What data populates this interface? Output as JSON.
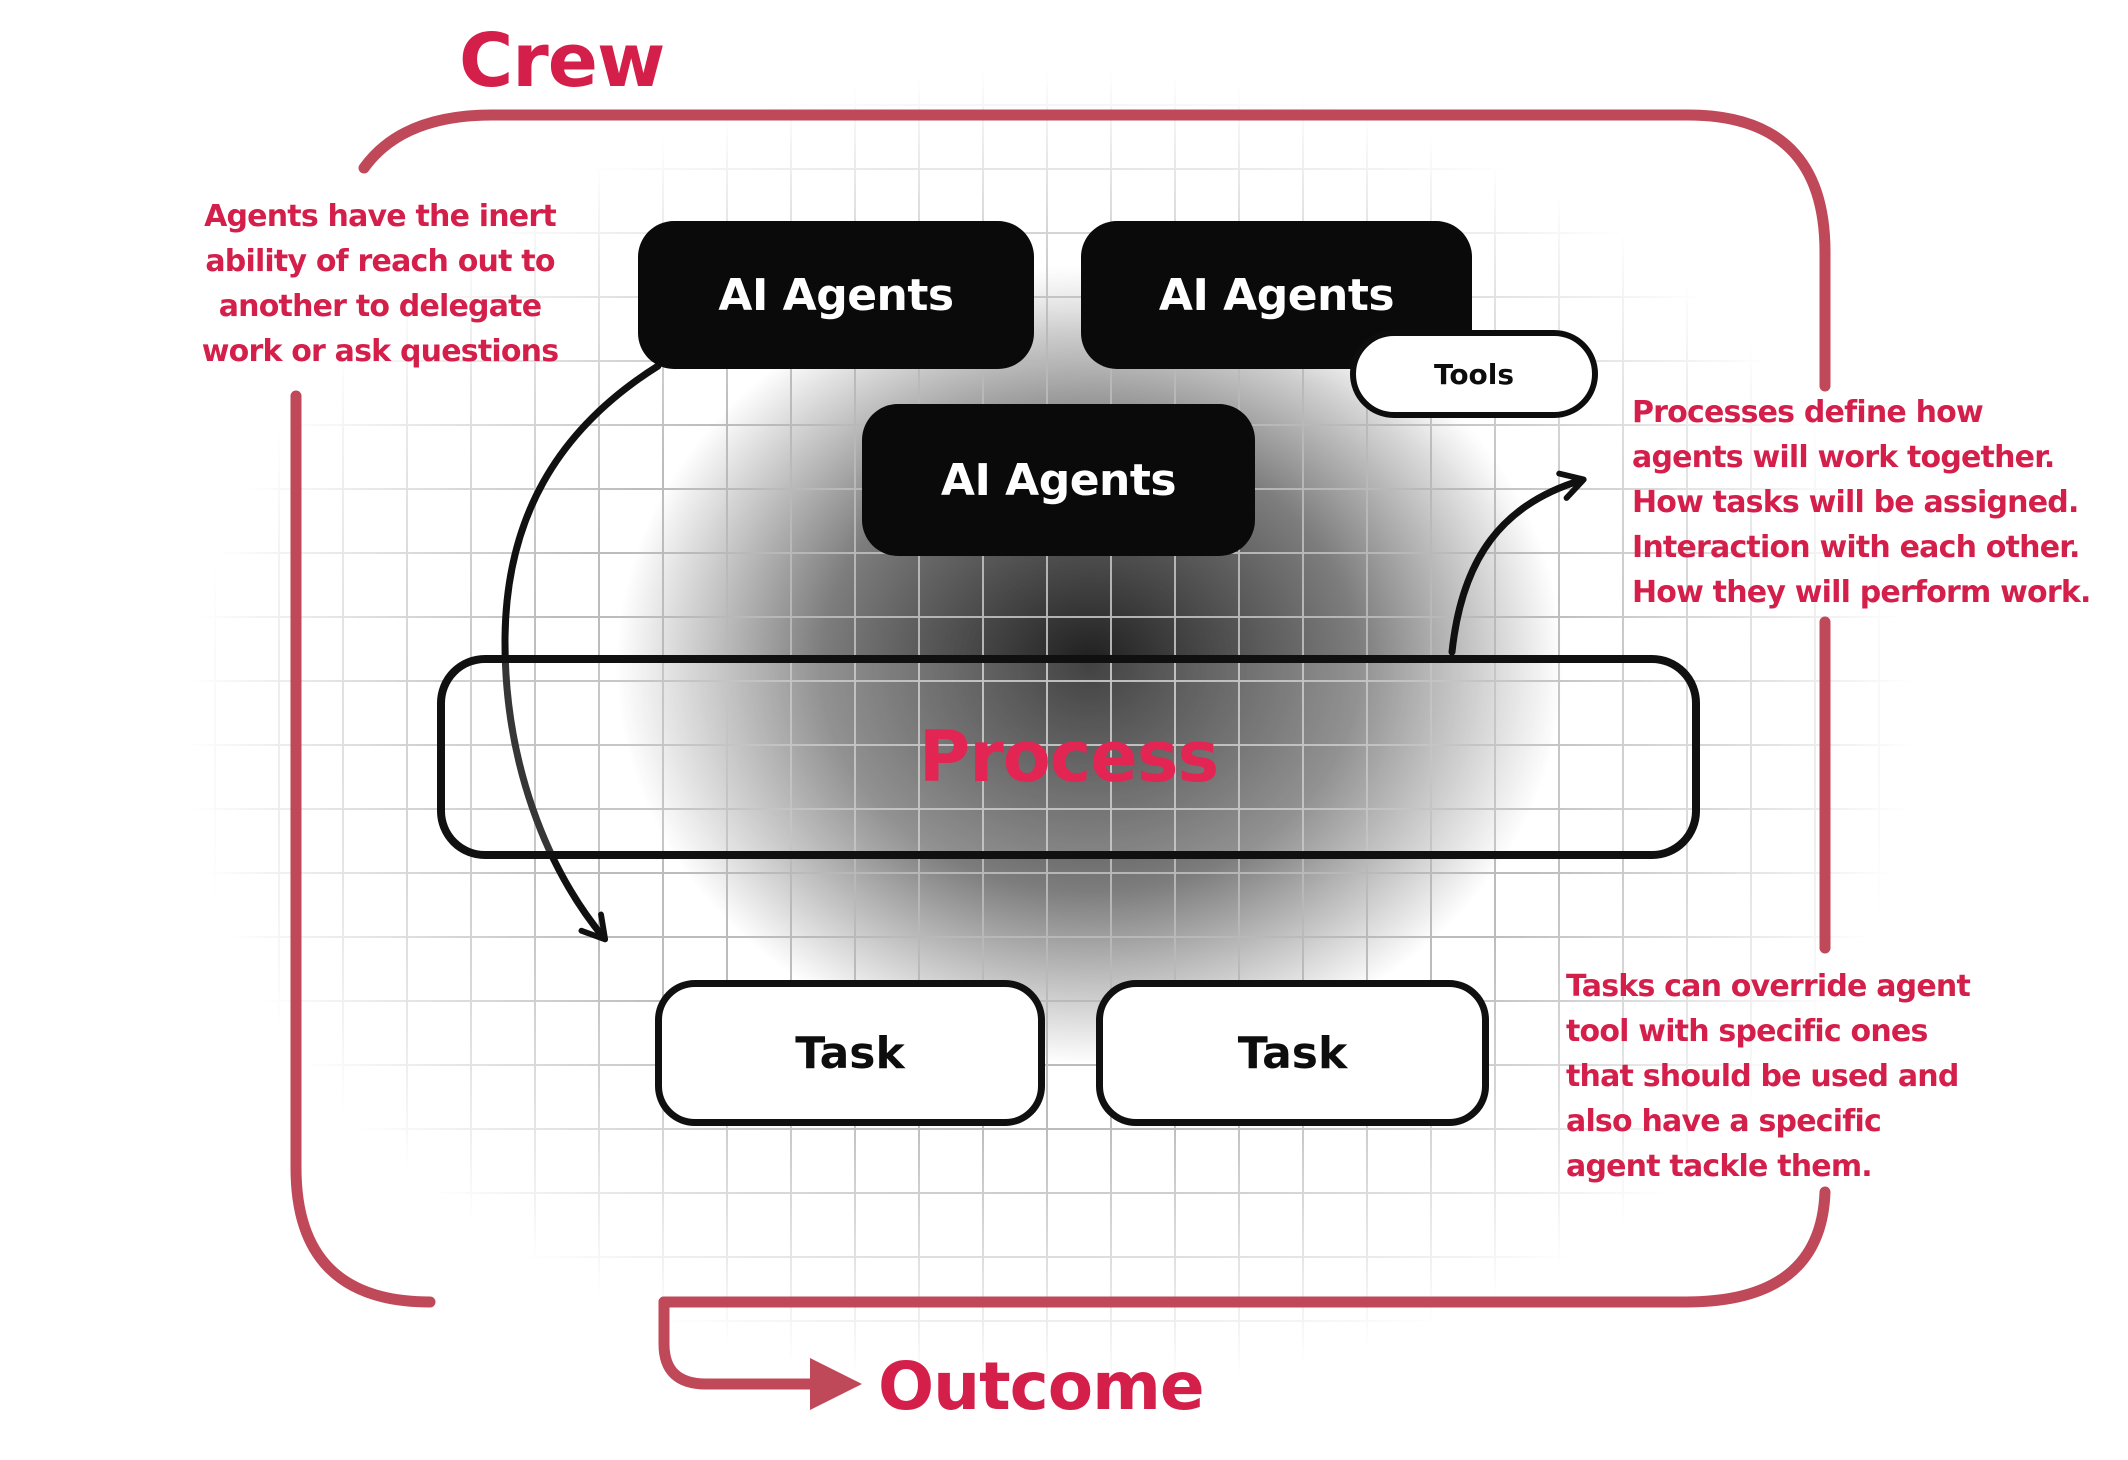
{
  "diagram": {
    "title": "Crew",
    "outcome": "Outcome",
    "process": "Process",
    "tools": "Tools",
    "agents": [
      "AI Agents",
      "AI Agents",
      "AI Agents"
    ],
    "tasks": [
      "Task",
      "Task"
    ],
    "annotations": {
      "left": [
        "Agents have the inert",
        "ability of reach out to",
        "another to delegate",
        "work or ask questions"
      ],
      "right_top": [
        "Processes define how",
        "agents will work together.",
        "How tasks will be assigned.",
        "Interaction with each other.",
        "How they will perform work."
      ],
      "right_bottom": [
        "Tasks can override agent",
        "tool with specific ones",
        "that should be used and",
        "also have a specific",
        "agent tackle them."
      ]
    },
    "colors": {
      "accent_text": "#d41f4b",
      "process_text": "#e22553",
      "border": "#bf4859",
      "box_black": "#0a0a0a",
      "arrow_black": "#101010",
      "grid_line": "#b9b9b9"
    }
  }
}
